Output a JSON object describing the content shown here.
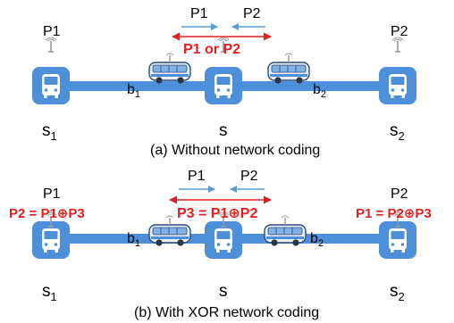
{
  "panel_a": {
    "caption": "(a) Without network coding",
    "left_packet": "P1",
    "right_packet": "P2",
    "center_arrow_left_label": "P1",
    "center_arrow_right_label": "P2",
    "center_red_label": "P1 or P2",
    "bus_left_label": "b",
    "bus_left_sub": "1",
    "bus_right_label": "b",
    "bus_right_sub": "2",
    "stop_left_label": "s",
    "stop_left_sub": "1",
    "stop_center_label": "s",
    "stop_right_label": "s",
    "stop_right_sub": "2"
  },
  "panel_b": {
    "caption": "(b) With XOR network coding",
    "left_packet": "P1",
    "right_packet": "P2",
    "left_red_label": "P2 = P1⊕P3",
    "right_red_label": "P1 = P2⊕P3",
    "center_red_label": "P3 = P1⊕P2",
    "center_arrow_left_label": "P1",
    "center_arrow_right_label": "P2",
    "bus_left_label": "b",
    "bus_left_sub": "1",
    "bus_right_label": "b",
    "bus_right_sub": "2",
    "stop_left_label": "s",
    "stop_left_sub": "1",
    "stop_center_label": "s",
    "stop_right_label": "s",
    "stop_right_sub": "2"
  },
  "colors": {
    "stop_blue": "#4d8fd9",
    "road_blue": "#4d8fd9",
    "arrow_blue": "#5b9bd5",
    "red": "#e02020",
    "text": "#000000"
  }
}
